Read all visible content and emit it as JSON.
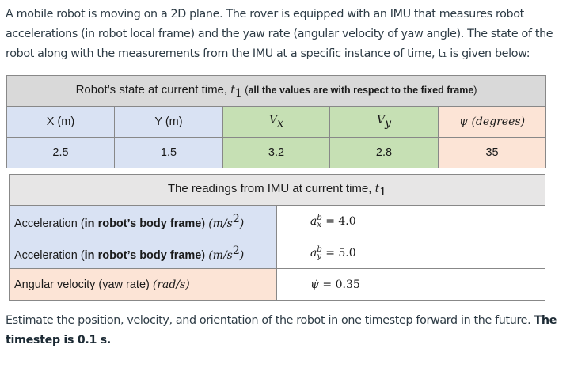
{
  "intro": {
    "text": "A mobile robot is moving on a 2D plane. The rover is equipped with an IMU that measures robot accelerations (in robot local frame) and the yaw rate (angular velocity of yaw angle). The state of the robot along with the measurements from the IMU at a specific instance of time, t₁ is given below:"
  },
  "state_table": {
    "title_prefix": "Robot’s state at current time, ",
    "title_time": "t",
    "title_time_sub": "1",
    "title_note_open": " (",
    "title_note_bold": "all the values are with respect to the fixed frame",
    "title_note_close": ")",
    "headers": [
      {
        "label": "X (m)",
        "color": "#d9e2f3"
      },
      {
        "label": "Y (m)",
        "color": "#d9e2f3"
      },
      {
        "label": "V",
        "sub": "x",
        "color": "#c6e0b4"
      },
      {
        "label": "V",
        "sub": "y",
        "color": "#c6e0b4"
      },
      {
        "label": "ψ (degrees)",
        "color": "#fce4d6"
      }
    ],
    "values": [
      "2.5",
      "1.5",
      "3.2",
      "2.8",
      "35"
    ]
  },
  "imu_table": {
    "title_prefix": "The readings from IMU at current time, ",
    "title_time": "t",
    "title_time_sub": "1",
    "rows": [
      {
        "label_prefix": "Acceleration (",
        "label_bold": "in robot’s body frame",
        "label_suffix": ") ",
        "unit": "(m/s",
        "unit_sup": "2",
        "unit_close": ")",
        "symbol": "a",
        "symbol_sup": "b",
        "symbol_sub": "x",
        "value": " = 4.0",
        "color": "#d9e2f3"
      },
      {
        "label_prefix": "Acceleration (",
        "label_bold": "in robot’s body frame",
        "label_suffix": ") ",
        "unit": "(m/s",
        "unit_sup": "2",
        "unit_close": ")",
        "symbol": "a",
        "symbol_sup": "b",
        "symbol_sub": "y",
        "value": " = 5.0",
        "color": "#d9e2f3"
      },
      {
        "label_prefix": "Angular velocity (yaw rate) ",
        "unit": "(rad/s)",
        "symbol": "ψ̇",
        "value": " = 0.35",
        "color": "#fce4d6"
      }
    ]
  },
  "outro": {
    "text": "Estimate the position, velocity, and orientation of the robot in one timestep forward in the future. ",
    "bold": "The timestep is 0.1 s."
  }
}
